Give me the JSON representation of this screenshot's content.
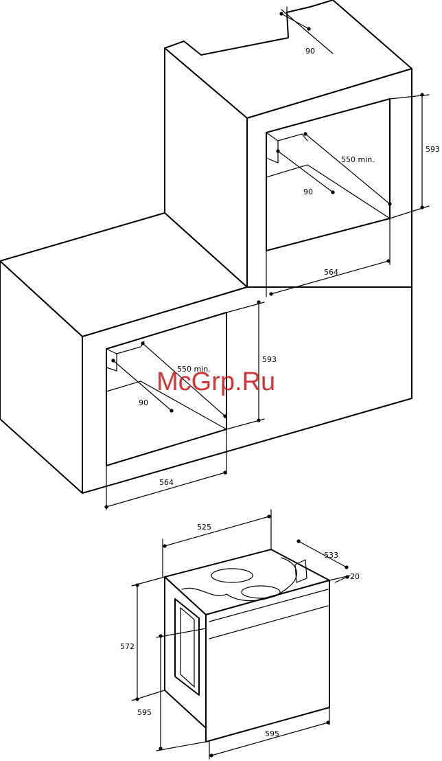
{
  "watermark": "McGrp.Ru",
  "cabinet": {
    "upper": {
      "top_vent": "90",
      "vent": "90",
      "depth": "550 min.",
      "height": "593",
      "width": "564"
    },
    "lower": {
      "vent": "90",
      "depth": "550 min.",
      "height": "593",
      "width": "564"
    }
  },
  "oven": {
    "depth_body": "525",
    "depth_total": "533",
    "front_protrusion": "20",
    "body_height": "572",
    "front_height": "595",
    "front_width": "595"
  },
  "colors": {
    "lines": "#000000",
    "watermark": "#cc1b1b"
  }
}
